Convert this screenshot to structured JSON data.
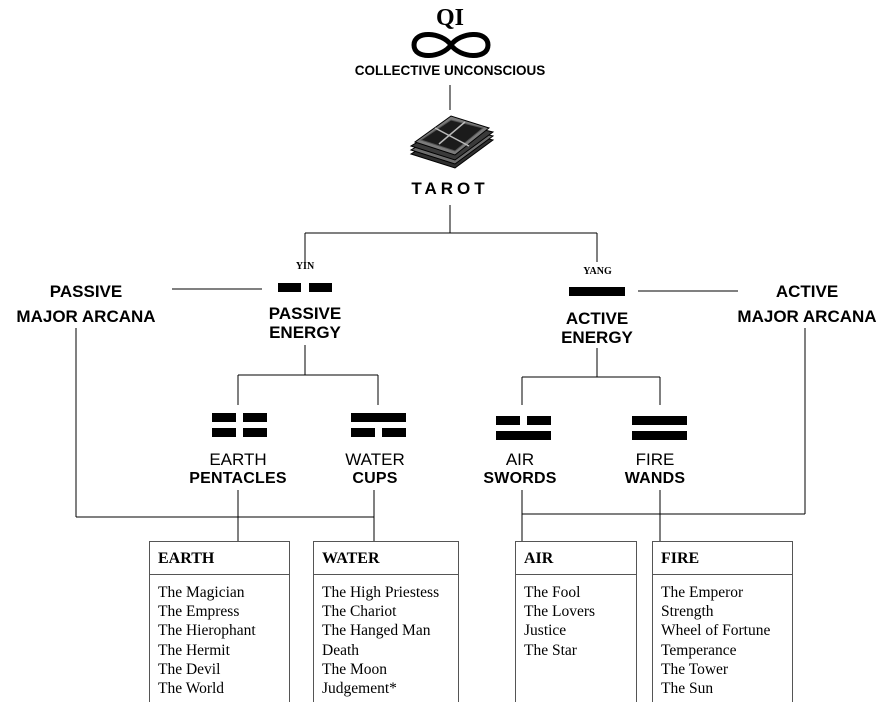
{
  "top": {
    "qi": "QI",
    "collective": "COLLECTIVE UNCONSCIOUS",
    "tarot": "TAROT"
  },
  "yin": {
    "label": "YIN",
    "energy_line1": "PASSIVE",
    "energy_line2": "ENERGY",
    "arcana_line1": "PASSIVE",
    "arcana_line2": "MAJOR ARCANA"
  },
  "yang": {
    "label": "YANG",
    "energy_line1": "ACTIVE",
    "energy_line2": "ENERGY",
    "arcana_line1": "ACTIVE",
    "arcana_line2": "MAJOR ARCANA"
  },
  "elements": [
    {
      "name": "EARTH",
      "suit": "PENTACLES"
    },
    {
      "name": "WATER",
      "suit": "CUPS"
    },
    {
      "name": "AIR",
      "suit": "SWORDS"
    },
    {
      "name": "FIRE",
      "suit": "WANDS"
    }
  ],
  "boxes": [
    {
      "title": "EARTH",
      "cards": [
        "The Magician",
        "The Empress",
        "The Hierophant",
        "The Hermit",
        "The Devil",
        "The World"
      ]
    },
    {
      "title": "WATER",
      "cards": [
        "The High Priestess",
        "The Chariot",
        "The Hanged Man",
        "Death",
        "The Moon",
        "Judgement*"
      ]
    },
    {
      "title": "AIR",
      "cards": [
        "The Fool",
        "The Lovers",
        "Justice",
        "The Star"
      ]
    },
    {
      "title": "FIRE",
      "cards": [
        "The Emperor",
        "Strength",
        "Wheel of Fortune",
        "Temperance",
        "The Tower",
        "The Sun"
      ]
    }
  ],
  "icons": {
    "qi_symbol": "infinity-icon",
    "tarot_deck": "tarot-deck-icon"
  }
}
